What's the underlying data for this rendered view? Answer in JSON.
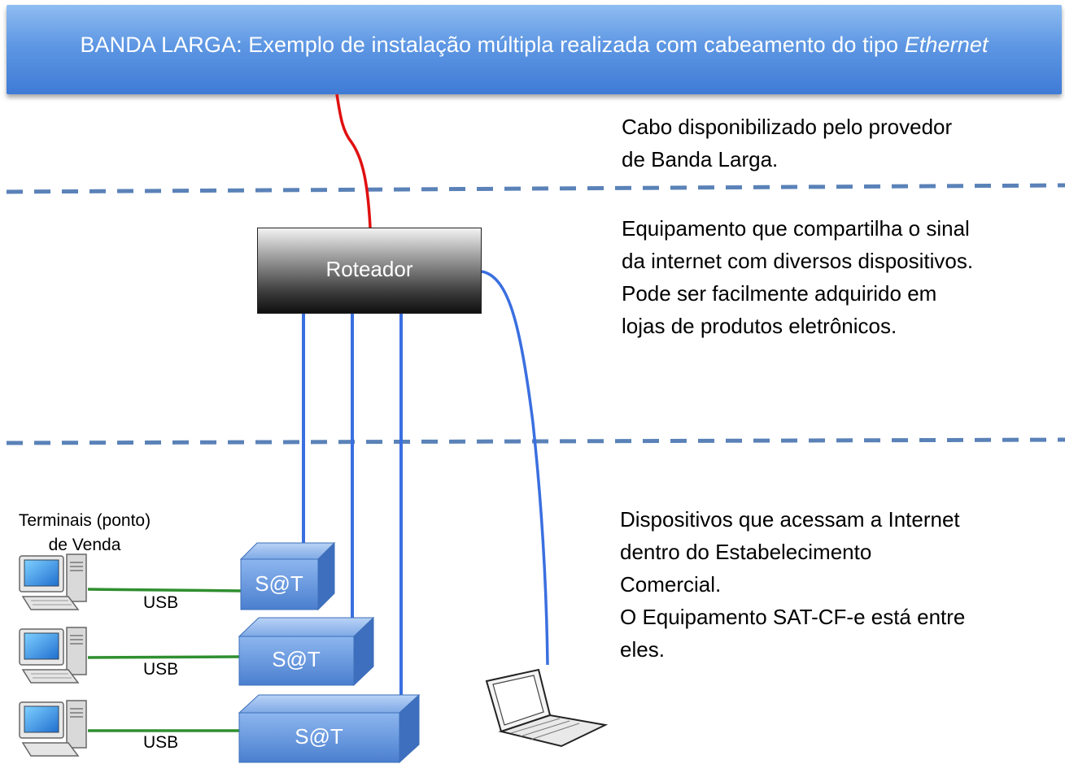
{
  "header": {
    "title": "BANDA LARGA: Exemplo de instalação múltipla realizada com cabeamento do tipo",
    "title_italic": "Ethernet"
  },
  "descriptions": {
    "cable": "Cabo disponibilizado pelo provedor\nde Banda Larga.",
    "router": "Equipamento que compartilha o sinal\nda internet com diversos dispositivos.\nPode ser facilmente adquirido em\nlojas de produtos eletrônicos.",
    "devices": "Dispositivos que acessam a Internet\ndentro do Estabelecimento\nComercial.\nO Equipamento SAT-CF-e está entre\neles."
  },
  "router": {
    "label": "Roteador"
  },
  "terminals": {
    "label": "Terminais (ponto)\nde Venda"
  },
  "sat_devices": [
    {
      "label": "S@T",
      "link_label": "USB"
    },
    {
      "label": "S@T",
      "link_label": "USB"
    },
    {
      "label": "S@T",
      "link_label": "USB"
    }
  ],
  "colors": {
    "banner": "#5e97e3",
    "provider_cable": "#e01010",
    "ethernet_cable": "#3a6fe0",
    "usb_cable": "#2f8f2f",
    "divider": "#5a82b8",
    "sat_box": "#5b8fd6"
  }
}
